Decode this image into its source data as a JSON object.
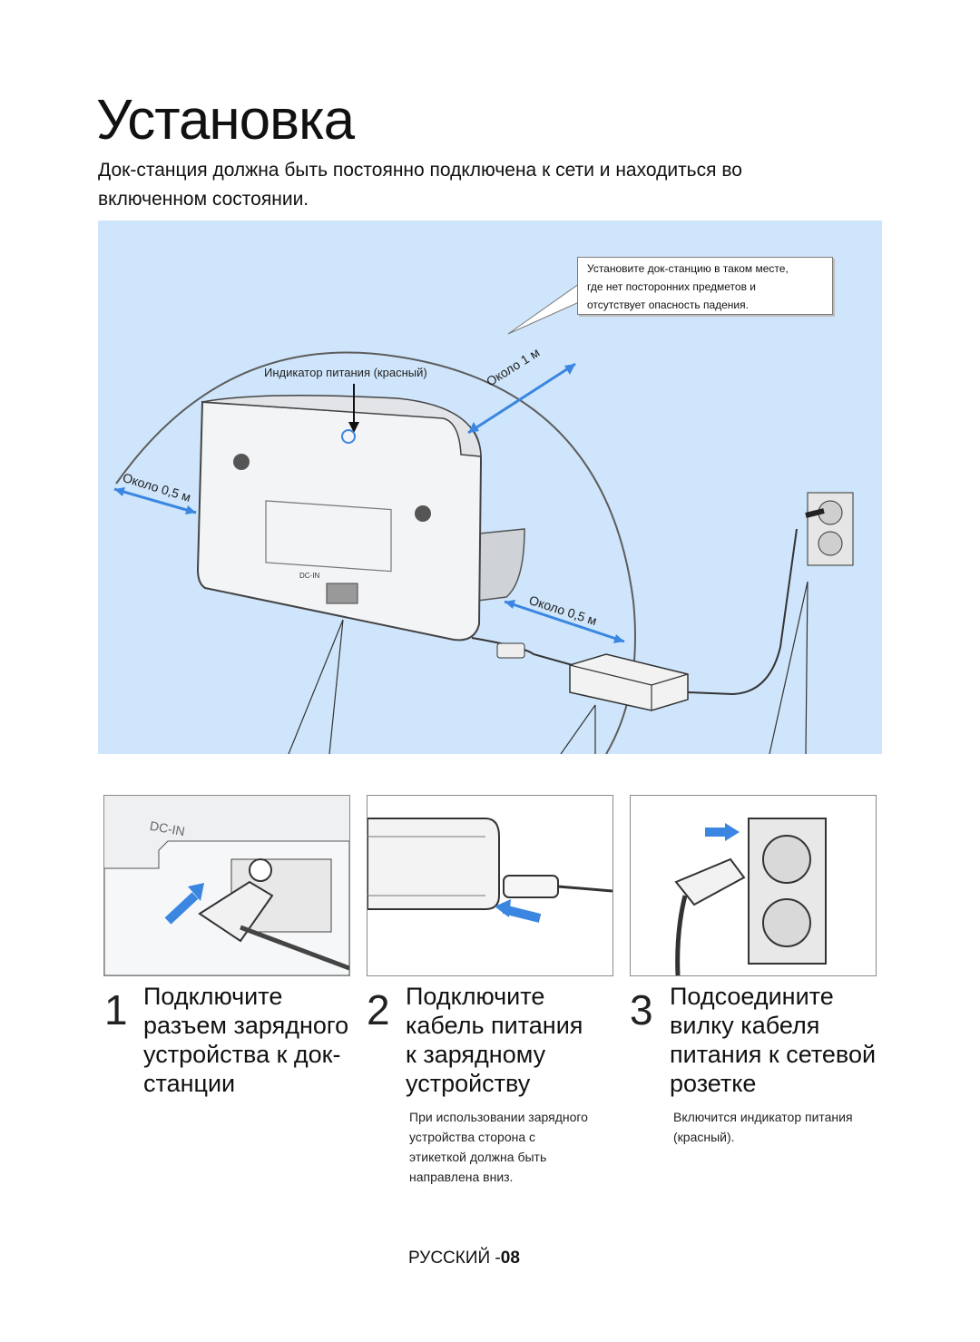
{
  "page_title": "Установка",
  "intro_lines": [
    "Док-станция должна быть постоянно подключена к сети и находиться во",
    "включенном состоянии."
  ],
  "diagram": {
    "callout_lines": [
      "Установите док-станцию в таком месте,",
      "где нет посторонних предметов и",
      "отсутствует опасность падения."
    ],
    "indicator_label": "Индикатор питания (красный)",
    "distance_top": "Около 1 м",
    "distance_left": "Около 0,5 м",
    "distance_right": "Около 0,5 м",
    "port_label": "DC-IN"
  },
  "panels": {
    "panel1_label": "DC-IN"
  },
  "steps": [
    {
      "number": "1",
      "lines": [
        "Подключите",
        "разъем зарядного",
        "устройства к док-",
        "станции"
      ],
      "note_lines": []
    },
    {
      "number": "2",
      "lines": [
        "Подключите",
        "кабель питания",
        "к зарядному",
        "устройству"
      ],
      "note_lines": [
        "При использовании зарядного",
        "устройства сторона с",
        "этикеткой должна быть",
        "направлена вниз."
      ]
    },
    {
      "number": "3",
      "lines": [
        "Подсоедините",
        "вилку кабеля",
        "питания к сетевой",
        "розетке"
      ],
      "note_lines": [
        "Включится индикатор питания",
        "(красный)."
      ]
    }
  ],
  "footer": {
    "language": "РУССКИЙ -",
    "page_number": "08"
  },
  "colors": {
    "diagram_bg": "#cfe5fb",
    "arrow_blue": "#3a86e0",
    "indicator_red": "#d0342c"
  }
}
